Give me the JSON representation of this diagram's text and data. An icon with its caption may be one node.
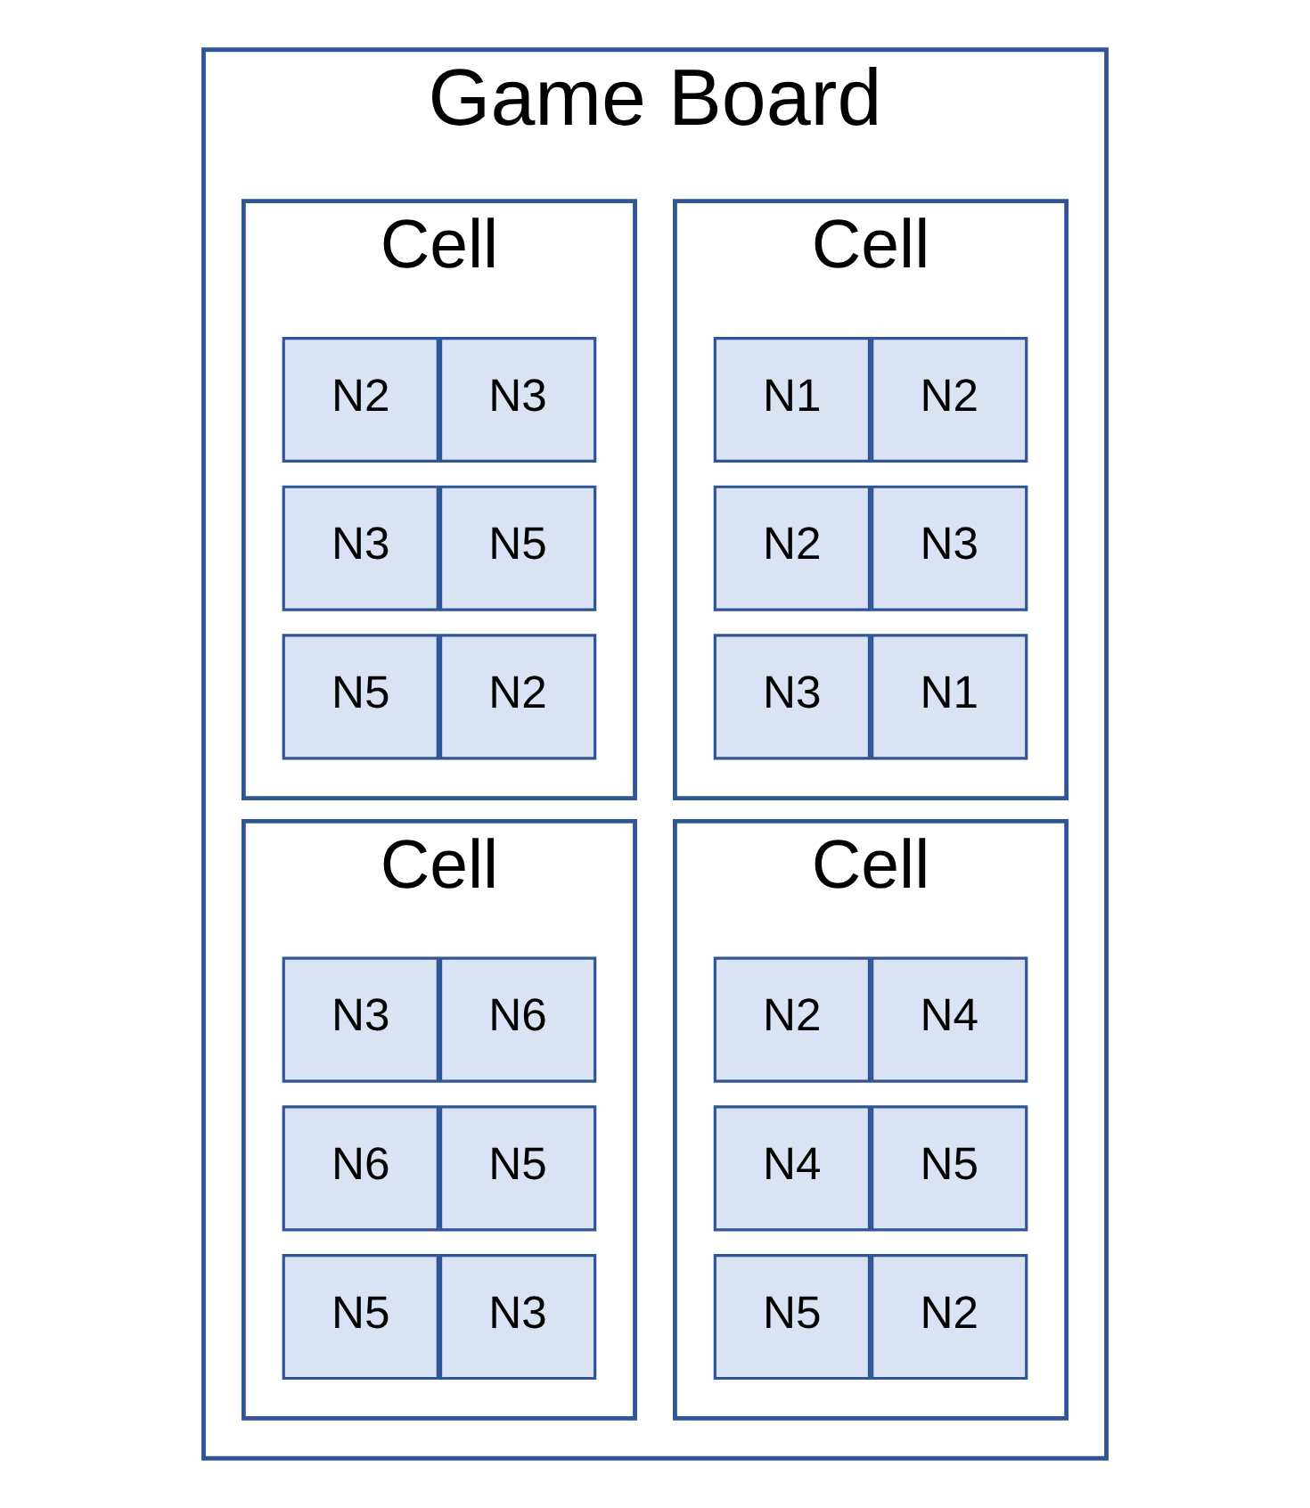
{
  "diagram": {
    "nodes": [
      {
        "text": [
          "Game Board"
        ]
      },
      {
        "text": [
          "Cell"
        ],
        "in": 0
      },
      {
        "text": [
          "N1"
        ],
        "in": 1
      },
      {
        "text": [
          "N2"
        ],
        "in": 1
      },
      {
        "text": [
          "N2"
        ],
        "in": 1
      },
      {
        "text": [
          "N3"
        ],
        "in": 1
      },
      {
        "text": [
          "N3"
        ],
        "in": 1
      },
      {
        "text": [
          "N1"
        ],
        "in": 1
      },
      {
        "text": [
          "Cell"
        ],
        "in": 0
      },
      {
        "text": [
          "N2"
        ],
        "in": 8
      },
      {
        "text": [
          "N3"
        ],
        "in": 8
      },
      {
        "text": [
          "N3"
        ],
        "in": 8
      },
      {
        "text": [
          "N5"
        ],
        "in": 8
      },
      {
        "text": [
          "N5"
        ],
        "in": 8
      },
      {
        "text": [
          "N2"
        ],
        "in": 8
      },
      {
        "text": [
          "Cell"
        ],
        "in": 0
      },
      {
        "text": [
          "N2"
        ],
        "in": 15
      },
      {
        "text": [
          "N4"
        ],
        "in": 15
      },
      {
        "text": [
          "N4"
        ],
        "in": 15
      },
      {
        "text": [
          "N5"
        ],
        "in": 15
      },
      {
        "text": [
          "N5"
        ],
        "in": 15
      },
      {
        "text": [
          "N2"
        ],
        "in": 15
      },
      {
        "text": [
          "Cell"
        ],
        "in": 0
      },
      {
        "text": [
          "N3"
        ],
        "in": 22
      },
      {
        "text": [
          "N6"
        ],
        "in": 22
      },
      {
        "text": [
          "N6"
        ],
        "in": 22
      },
      {
        "text": [
          "N5"
        ],
        "in": 22
      },
      {
        "text": [
          "N5"
        ],
        "in": 22
      },
      {
        "text": [
          "N3"
        ],
        "in": 22
      }
    ],
    "edges": []
  }
}
